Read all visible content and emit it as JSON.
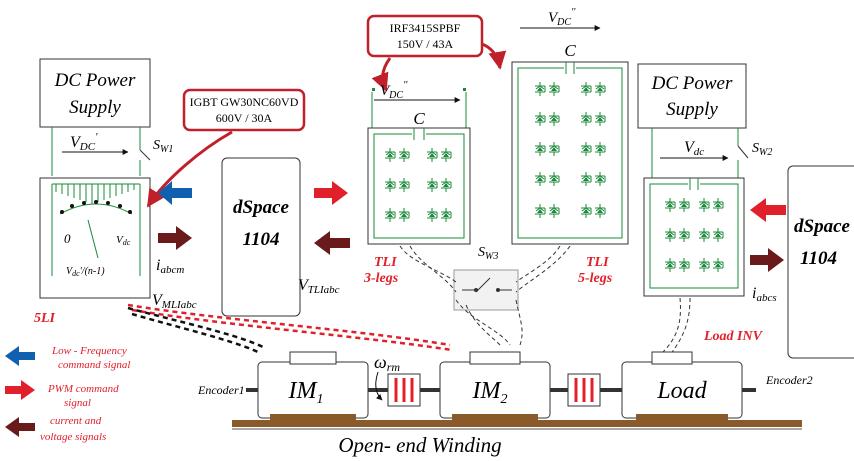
{
  "labels": {
    "dc_supply_left": [
      "DC Power",
      "Supply"
    ],
    "dc_supply_right": [
      "DC Power",
      "Supply"
    ],
    "sw1": "S",
    "sw1_sub": "W1",
    "sw2": "S",
    "sw2_sub": "W2",
    "sw3": "S",
    "sw3_sub": "W3",
    "vdc_prime": "V",
    "vdc_prime_sub": "DC",
    "vdc_prime_mark": "'",
    "vdc_dprime_sub": "DC",
    "vdc_dprime_mark": "''",
    "vdc_right": "V",
    "vdc_right_sub": "dc",
    "cap_c": "C",
    "igbt_callout": [
      "IGBT GW30NC60VD",
      "600V / 30A"
    ],
    "irf_callout": [
      "IRF3415SPBF",
      "150V / 43A"
    ],
    "dspace_left": [
      "dSpace",
      "1104"
    ],
    "dspace_right": [
      "dSpace",
      "1104"
    ],
    "zero": "0",
    "vdc_small": "V",
    "vdc_small_sub": "dc",
    "vdc_n": "V",
    "vdc_n_sub": "dc",
    "vdc_n_rest": "'/(n-1)",
    "i_abcm": "i",
    "i_abcm_sub": "abcm",
    "v_mli": "V",
    "v_mli_sub": "MLIabc",
    "v_tli": "V",
    "v_tli_sub": "TLIabc",
    "i_abcs": "i",
    "i_abcs_sub": "abcs",
    "tli3": [
      "TLI",
      "3-legs"
    ],
    "tli5": [
      "TLI",
      "5-legs"
    ],
    "five_li": "5LI",
    "load_inv": "Load INV",
    "omega": "ω",
    "omega_sub": "rm",
    "im1": "IM",
    "im1_sub": "1",
    "im2": "IM",
    "im2_sub": "2",
    "load": "Load",
    "encoder1": "Encoder1",
    "encoder2": "Encoder2",
    "winding": "Open- end Winding"
  },
  "legend": {
    "low_freq": [
      "Low - Frequency",
      "command signal"
    ],
    "pwm": [
      "PWM command",
      "signal"
    ],
    "current": [
      "current and",
      "voltage signals"
    ]
  },
  "colors": {
    "blue_arrow": "#1060b0",
    "red_arrow": "#e0202a",
    "brown_arrow": "#6a1a1a",
    "green": "#1a8a3a",
    "callout": "#c0202a"
  }
}
